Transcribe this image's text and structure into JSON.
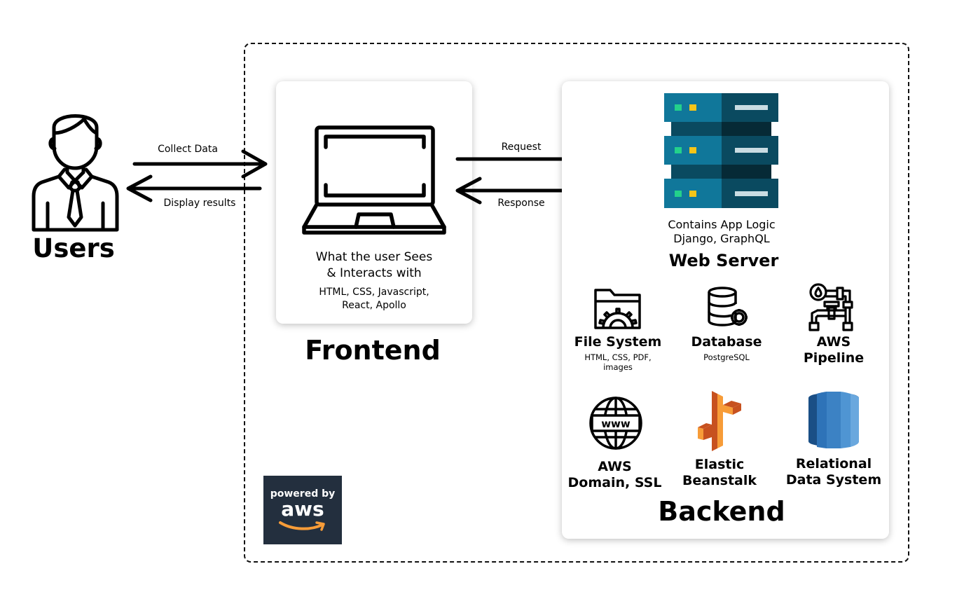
{
  "users": {
    "title": "Users",
    "icon": "businessman-icon"
  },
  "arrows": {
    "collect_data": "Collect Data",
    "display_results": "Display results",
    "request": "Request",
    "response": "Response"
  },
  "frontend": {
    "title": "Frontend",
    "description_line1": "What the user Sees",
    "description_line2": "& Interacts with",
    "tech_line1": "HTML, CSS, Javascript,",
    "tech_line2": "React, Apollo",
    "icon": "laptop-icon"
  },
  "backend": {
    "title": "Backend",
    "web_server": {
      "title": "Web Server",
      "line1": "Contains App Logic",
      "line2": "Django, GraphQL",
      "icon": "server-rack-icon"
    },
    "components": {
      "file_system": {
        "title": "File System",
        "sub_line1": "HTML, CSS, PDF,",
        "sub_line2": "images",
        "icon": "folder-gear-icon"
      },
      "database": {
        "title": "Database",
        "sub": "PostgreSQL",
        "icon": "database-gear-icon"
      },
      "aws_pipeline": {
        "title_line1": "AWS",
        "title_line2": "Pipeline",
        "icon": "pipeline-icon"
      },
      "aws_domain": {
        "title_line1": "AWS",
        "title_line2": "Domain, SSL",
        "icon": "www-globe-icon"
      },
      "elastic_beanstalk": {
        "title_line1": "Elastic",
        "title_line2": "Beanstalk",
        "icon": "elastic-beanstalk-icon"
      },
      "relational_db": {
        "title_line1": "Relational",
        "title_line2": "Data System",
        "icon": "rds-icon"
      }
    }
  },
  "aws_badge": {
    "line1": "powered by",
    "line2": "aws",
    "icon": "aws-logo-icon"
  },
  "colors": {
    "server_teal": "#10779A",
    "server_dark": "#0A4A60",
    "server_darker": "#062A36",
    "led_green": "#23D18B",
    "led_yellow": "#F5C518",
    "aws_orange": "#F79C38",
    "aws_orange_dark": "#C7511F",
    "rds_blue": "#2E73B8",
    "rds_dark": "#1A4F86",
    "badge_bg": "#232F3E"
  }
}
